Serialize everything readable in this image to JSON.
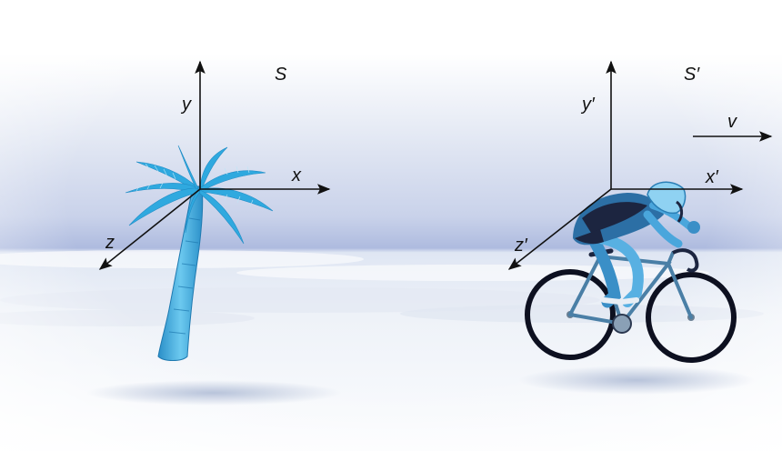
{
  "frame_s": {
    "name": "S",
    "axis_x": "x",
    "axis_y": "y",
    "axis_z": "z"
  },
  "frame_s_prime": {
    "name": "S′",
    "axis_x": "x′",
    "axis_y": "y′",
    "axis_z": "z′"
  },
  "velocity_label": "v",
  "colors": {
    "sky_top": "#ffffff",
    "sky_band": "#c9d3ea",
    "horizon": "#a9b7dc",
    "sand": "#e6ebf4",
    "palm_fronds": "#2fa9df",
    "palm_trunk": "#45b2e3",
    "rider_suit": "#3a8fc7",
    "rider_dark": "#1c2540",
    "bike_frame": "#4a7fa6",
    "axis": "#111111"
  },
  "icons": [
    "palm-tree-icon",
    "cyclist-icon"
  ]
}
